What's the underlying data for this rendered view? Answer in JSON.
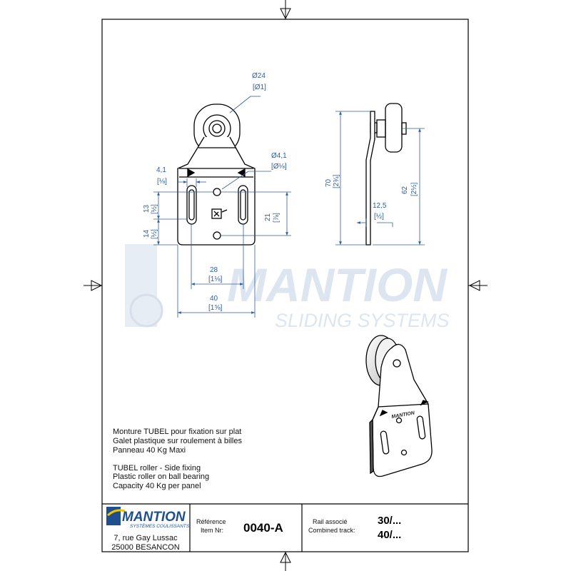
{
  "watermark": {
    "brand": "MANTION",
    "tagline": "SLIDING SYSTEMS"
  },
  "dimensions": {
    "roller_dia_mm": "Ø24",
    "roller_dia_in": "[Ø1]",
    "hole_dia_mm": "Ø4,1",
    "hole_dia_in": "[Ø⅛]",
    "slot_width_mm": "4,1",
    "slot_width_in": "[⅛]",
    "upper_offset_mm": "13",
    "upper_offset_in": "[½]",
    "lower_offset_mm": "14",
    "lower_offset_in": "[½]",
    "hole_spacing_mm": "21",
    "hole_spacing_in": "[⅞]",
    "slot_spacing_mm": "28",
    "slot_spacing_in": "[1⅛]",
    "plate_width_mm": "40",
    "plate_width_in": "[1⅝]",
    "total_height_mm": "70",
    "total_height_in": "[2¾]",
    "roller_height_mm": "62",
    "roller_height_in": "[2½]",
    "offset_mm": "12,5",
    "offset_in": "[½]",
    "iso_logo": "MANTION"
  },
  "description": {
    "fr": [
      "Monture TUBEL pour fixation sur plat",
      "Galet plastique sur roulement à billes",
      "Panneau 40 Kg Maxi"
    ],
    "en": [
      "TUBEL roller - Side fixing",
      "Plastic roller on ball bearing",
      "Capacity 40 Kg per panel"
    ]
  },
  "title_block": {
    "logo_text": "MANTION",
    "logo_sub": "SYSTÈMES COULISSANTS",
    "address_line1": "7, rue Gay Lussac",
    "address_line2": "25000 BESANCON",
    "ref_label_fr": "Référence",
    "ref_label_en": "Item Nr:",
    "ref_value": "0040-A",
    "rail_label_fr": "Rail associé",
    "rail_label_en": "Combined track:",
    "rail_value_1": "30/...",
    "rail_value_2": "40/..."
  },
  "colors": {
    "line": "#000000",
    "dimension": "#2f5e9e",
    "watermark": "#dde6f0",
    "logo_blue": "#1f4f8f"
  }
}
